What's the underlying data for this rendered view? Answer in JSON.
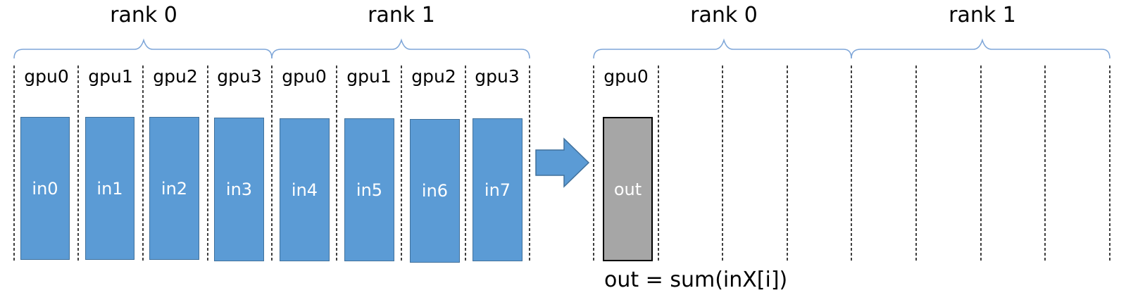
{
  "input_group": {
    "ranks": [
      {
        "label": "rank 0"
      },
      {
        "label": "rank 1"
      }
    ],
    "gpus": [
      {
        "label": "gpu0",
        "block": "in0"
      },
      {
        "label": "gpu1",
        "block": "in1"
      },
      {
        "label": "gpu2",
        "block": "in2"
      },
      {
        "label": "gpu3",
        "block": "in3"
      },
      {
        "label": "gpu0",
        "block": "in4"
      },
      {
        "label": "gpu1",
        "block": "in5"
      },
      {
        "label": "gpu2",
        "block": "in6"
      },
      {
        "label": "gpu3",
        "block": "in7"
      }
    ]
  },
  "output_group": {
    "ranks": [
      {
        "label": "rank 0"
      },
      {
        "label": "rank 1"
      }
    ],
    "gpus": [
      {
        "label": "gpu0",
        "block": "out"
      }
    ]
  },
  "formula": "out = sum(inX[i])",
  "colors": {
    "input_block": "#5b9bd5",
    "input_block_border": "#41719c",
    "output_block": "#a6a6a6",
    "bracket": "#7ea6d8",
    "arrow": "#5b9bd5"
  }
}
